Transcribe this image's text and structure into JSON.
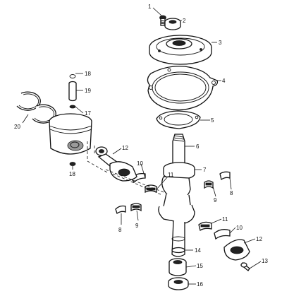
{
  "callouts": {
    "c1": "1",
    "c2": "2",
    "c3": "3",
    "c4": "4",
    "c5": "5",
    "c6": "6",
    "c7": "7",
    "c8a": "8",
    "c8b": "8",
    "c9a": "9",
    "c9b": "9",
    "c10a": "10",
    "c10b": "10",
    "c11a": "11",
    "c11b": "11",
    "c12a": "12",
    "c12b": "12",
    "c13": "13",
    "c14": "14",
    "c15": "15",
    "c16": "16",
    "c17": "17",
    "c18a": "18",
    "c18b": "18",
    "c19": "19",
    "c20": "20"
  }
}
